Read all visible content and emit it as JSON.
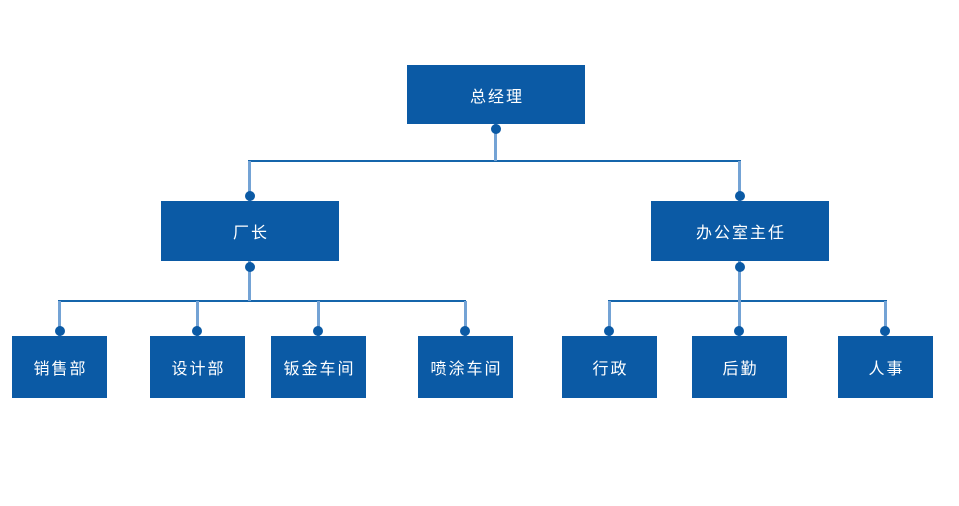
{
  "colors": {
    "background": "#ffffff",
    "node_fill": "#0b5aa5",
    "node_text": "#ffffff",
    "connector_horizontal": "#1565ab",
    "connector_vertical": "#74a3d5",
    "connector_dot": "#0b5aa5"
  },
  "org_chart": {
    "root": {
      "label": "总经理",
      "children": [
        {
          "label": "厂长",
          "children": [
            {
              "label": "销售部"
            },
            {
              "label": "设计部"
            },
            {
              "label": "钣金车间"
            },
            {
              "label": "喷涂车间"
            }
          ]
        },
        {
          "label": "办公室主任",
          "children": [
            {
              "label": "行政"
            },
            {
              "label": "后勤"
            },
            {
              "label": "人事"
            }
          ]
        }
      ]
    }
  }
}
